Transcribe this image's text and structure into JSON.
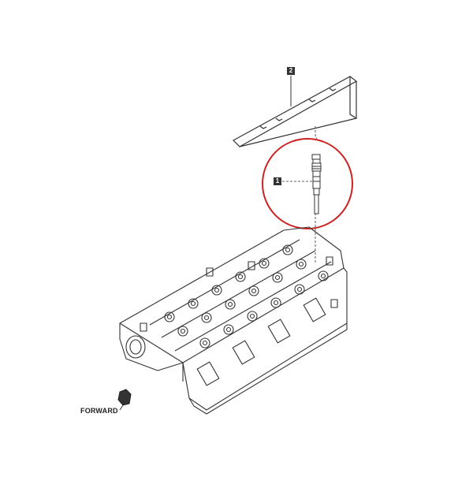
{
  "diagram": {
    "callouts": [
      {
        "id": "1",
        "label": "1"
      },
      {
        "id": "2",
        "label": "2"
      }
    ],
    "direction_label": "FORWARD",
    "highlight_color": "#cc2222",
    "line_color": "#333333"
  }
}
